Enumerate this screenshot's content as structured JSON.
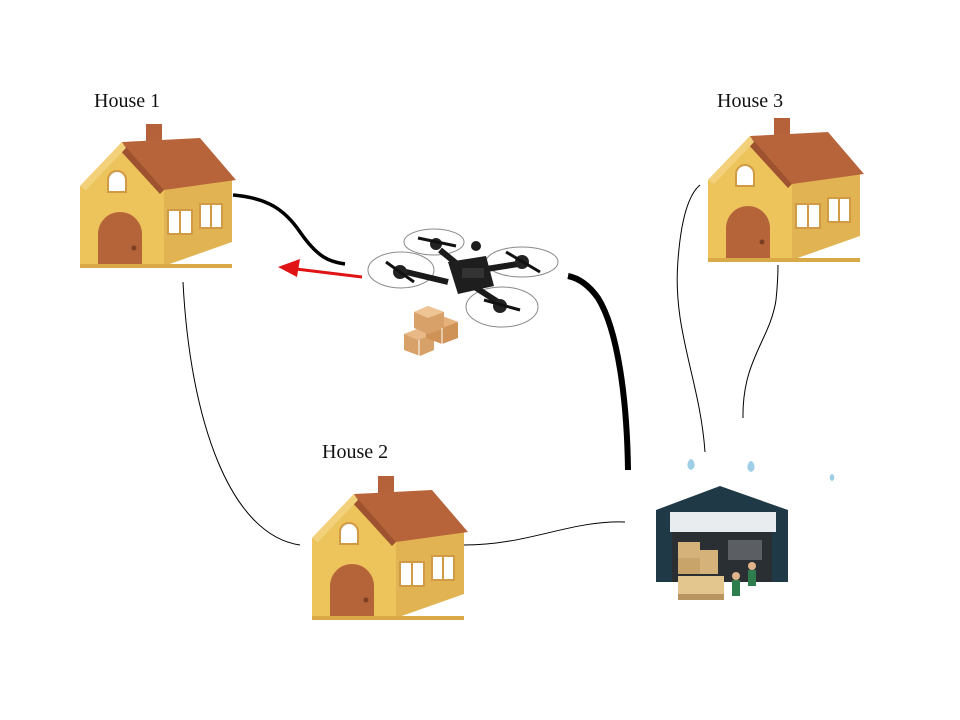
{
  "labels": {
    "house1": "House 1",
    "house2": "House 2",
    "house3": "House 3"
  },
  "icons": {
    "house": "house-icon",
    "drone": "drone-icon",
    "parcels": "parcels-icon",
    "warehouse": "warehouse-icon",
    "arrow": "red-arrow"
  },
  "colors": {
    "house_wall": "#EDC35C",
    "house_roof": "#B8643B",
    "house_door": "#B5643A",
    "arrow": "#E01414",
    "path": "#000000",
    "warehouse": "#1F3A46"
  }
}
